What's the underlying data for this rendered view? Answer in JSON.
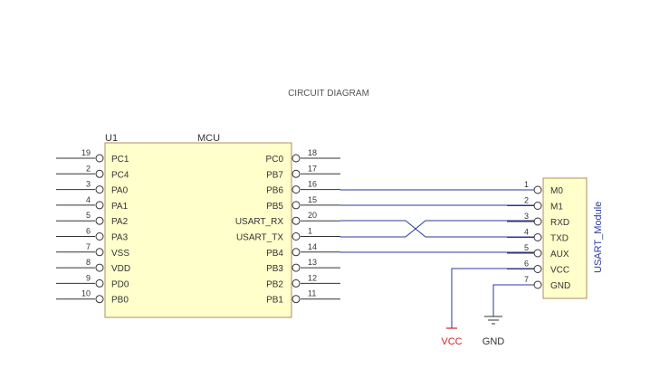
{
  "title": "CIRCUIT DIAGRAM",
  "mcu": {
    "designator": "U1",
    "name": "MCU",
    "left_pins": [
      {
        "num": "19",
        "name": "PC1"
      },
      {
        "num": "2",
        "name": "PC4"
      },
      {
        "num": "3",
        "name": "PA0"
      },
      {
        "num": "4",
        "name": "PA1"
      },
      {
        "num": "5",
        "name": "PA2"
      },
      {
        "num": "6",
        "name": "PA3"
      },
      {
        "num": "7",
        "name": "VSS"
      },
      {
        "num": "8",
        "name": "VDD"
      },
      {
        "num": "9",
        "name": "PD0"
      },
      {
        "num": "10",
        "name": "PB0"
      }
    ],
    "right_pins": [
      {
        "num": "18",
        "name": "PC0"
      },
      {
        "num": "17",
        "name": "PB7"
      },
      {
        "num": "16",
        "name": "PB6"
      },
      {
        "num": "15",
        "name": "PB5"
      },
      {
        "num": "20",
        "name": "USART_RX"
      },
      {
        "num": "1",
        "name": "USART_TX"
      },
      {
        "num": "14",
        "name": "PB4"
      },
      {
        "num": "13",
        "name": "PB3"
      },
      {
        "num": "12",
        "name": "PB2"
      },
      {
        "num": "11",
        "name": "PB1"
      }
    ]
  },
  "module": {
    "name": "USART_Module",
    "pins": [
      {
        "num": "1",
        "name": "M0"
      },
      {
        "num": "2",
        "name": "M1"
      },
      {
        "num": "3",
        "name": "RXD"
      },
      {
        "num": "4",
        "name": "TXD"
      },
      {
        "num": "5",
        "name": "AUX"
      },
      {
        "num": "6",
        "name": "VCC"
      },
      {
        "num": "7",
        "name": "GND"
      }
    ]
  },
  "power": {
    "vcc_label": "VCC",
    "gnd_label": "GND"
  },
  "colors": {
    "chip_fill": "#ffffcc",
    "chip_stroke": "#b08d5c",
    "wire": "#2b3a9c",
    "pin": "#333333",
    "vcc": "#d22222",
    "title": "#555555"
  }
}
